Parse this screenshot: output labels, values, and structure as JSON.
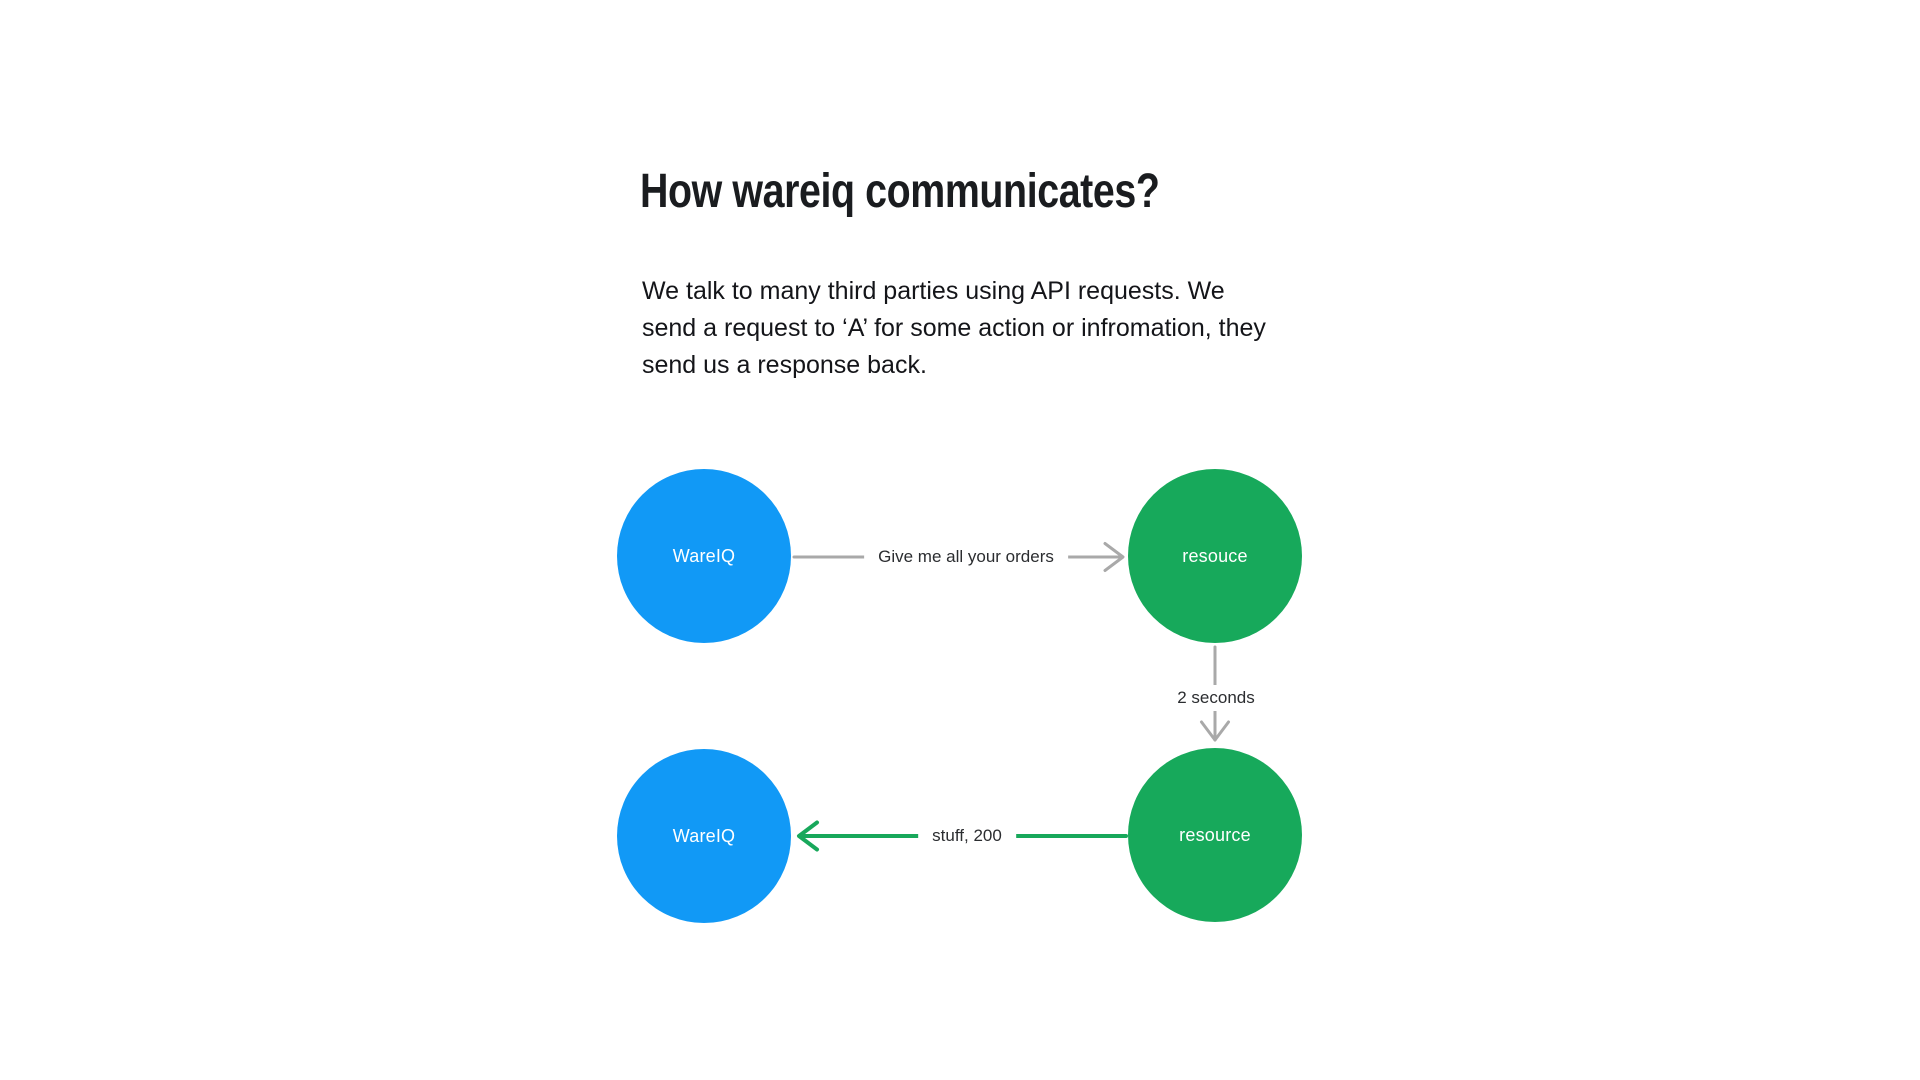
{
  "page": {
    "background_color": "#ffffff",
    "title": "How wareiq communicates?",
    "intro_lines": [
      "We talk to many third parties using API requests. We",
      "send a request to ‘A’ for some action or infromation, they",
      "send us a response back."
    ]
  },
  "diagram": {
    "nodes": [
      {
        "id": "wareiq-top",
        "label": "WareIQ",
        "shape": "circle",
        "color": "#1199f6"
      },
      {
        "id": "resource-top",
        "label": "resouce",
        "shape": "circle",
        "color": "#17a95b"
      },
      {
        "id": "wareiq-bottom",
        "label": "WareIQ",
        "shape": "circle",
        "color": "#1199f6"
      },
      {
        "id": "resource-bottom",
        "label": "resource",
        "shape": "circle",
        "color": "#17a95b"
      }
    ],
    "edges": [
      {
        "from": "wareiq-top",
        "to": "resource-top",
        "label": "Give me all your orders",
        "direction": "right",
        "color": "#a9a9a9"
      },
      {
        "from": "resource-top",
        "to": "resource-bottom",
        "label": "2 seconds",
        "direction": "down",
        "color": "#a9a9a9"
      },
      {
        "from": "resource-bottom",
        "to": "wareiq-bottom",
        "label": "stuff, 200",
        "direction": "left",
        "color": "#18a85b"
      }
    ]
  }
}
